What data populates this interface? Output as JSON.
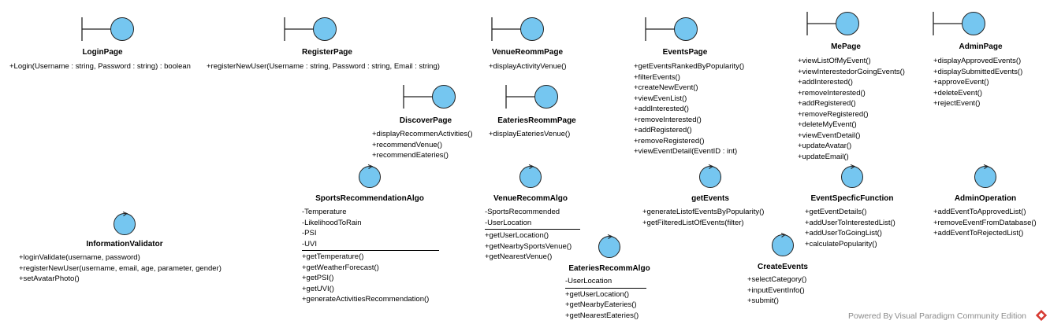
{
  "diagram": {
    "boundaries": [
      {
        "id": "login",
        "name": "LoginPage",
        "ops": [
          "+Login(Username : string, Password : string) : boolean"
        ]
      },
      {
        "id": "register",
        "name": "RegisterPage",
        "ops": [
          "+registerNewUser(Username : string, Password : string, Email : string)"
        ]
      },
      {
        "id": "venuerecomm",
        "name": "VenueReommPage",
        "ops": [
          "+displayActivityVenue()"
        ]
      },
      {
        "id": "events",
        "name": "EventsPage",
        "ops": [
          "+getEventsRankedByPopularity()",
          "+filterEvents()",
          "+createNewEvent()",
          "+viewEvenList()",
          "+addInterested()",
          "+removeInterested()",
          "+addRegistered()",
          "+removeRegistered()",
          "+viewEventDetail(EventID : int)"
        ]
      },
      {
        "id": "me",
        "name": "MePage",
        "ops": [
          "+viewListOfMyEvent()",
          "+viewInterestedorGoingEvents()",
          "+addInterested()",
          "+removeInterested()",
          "+addRegistered()",
          "+removeRegistered()",
          "+deleteMyEvent()",
          "+viewEventDetail()",
          "+updateAvatar()",
          "+updateEmail()"
        ]
      },
      {
        "id": "admin",
        "name": "AdminPage",
        "ops": [
          "+displayApprovedEvents()",
          "+displaySubmittedEvents()",
          "+approveEvent()",
          "+deleteEvent()",
          "+rejectEvent()"
        ]
      },
      {
        "id": "discover",
        "name": "DiscoverPage",
        "ops": [
          "+displayRecommenActivities()",
          "+recommendVenue()",
          "+recommendEateries()"
        ]
      },
      {
        "id": "eateries",
        "name": "EateriesReommPage",
        "ops": [
          "+displayEateriesVenue()"
        ]
      }
    ],
    "controls": [
      {
        "id": "sports",
        "name": "SportsRecommendationAlgo",
        "attrs": [
          "-Temperature",
          "-LikelihoodToRain",
          "-PSI",
          "-UVI"
        ],
        "ops": [
          "+getTemperature()",
          "+getWeatherForecast()",
          "+getPSI()",
          "+getUVI()",
          "+generateActivitiesRecommendation()"
        ]
      },
      {
        "id": "venuealgo",
        "name": "VenueRecommAlgo",
        "attrs": [
          "-SportsRecommended",
          "-UserLocation"
        ],
        "ops": [
          "+getUserLocation()",
          "+getNearbySportsVenue()",
          "+getNearestVenue()"
        ]
      },
      {
        "id": "getevents",
        "name": "getEvents",
        "attrs": [],
        "ops": [
          "+generateListofEventsByPopularity()",
          "+getFilteredListOfEvents(filter)"
        ]
      },
      {
        "id": "eventspecific",
        "name": "EventSpecficFunction",
        "attrs": [],
        "ops": [
          "+getEventDetails()",
          "+addUserToInterestedList()",
          "+addUserToGoingList()",
          "+calculatePopularity()"
        ]
      },
      {
        "id": "adminop",
        "name": "AdminOperation",
        "attrs": [],
        "ops": [
          "+addEventToApprovedList()",
          "+removeEventFromDatabase()",
          "+addEventToRejectedList()"
        ]
      },
      {
        "id": "infovalidator",
        "name": "InformationValidator",
        "attrs": [],
        "ops": [
          "+loginValidate(username, password)",
          "+registerNewUser(username, email, age, parameter, gender)",
          "+setAvatarPhoto()"
        ]
      },
      {
        "id": "eateriesalgo",
        "name": "EateriesRecommAlgo",
        "attrs": [
          "-UserLocation"
        ],
        "ops": [
          "+getUserLocation()",
          "+getNearbyEateries()",
          "+getNearestEateries()"
        ]
      },
      {
        "id": "create",
        "name": "CreateEvents",
        "attrs": [],
        "ops": [
          "+selectCategory()",
          "+inputEventInfo()",
          "+submit()"
        ]
      }
    ]
  },
  "footer": {
    "text": "Powered By Visual Paradigm Community Edition"
  },
  "colors": {
    "icon_fill": "#75c6f0",
    "icon_stroke": "#222222",
    "footer": "#8a8a8a",
    "logo": "#d63a32"
  }
}
